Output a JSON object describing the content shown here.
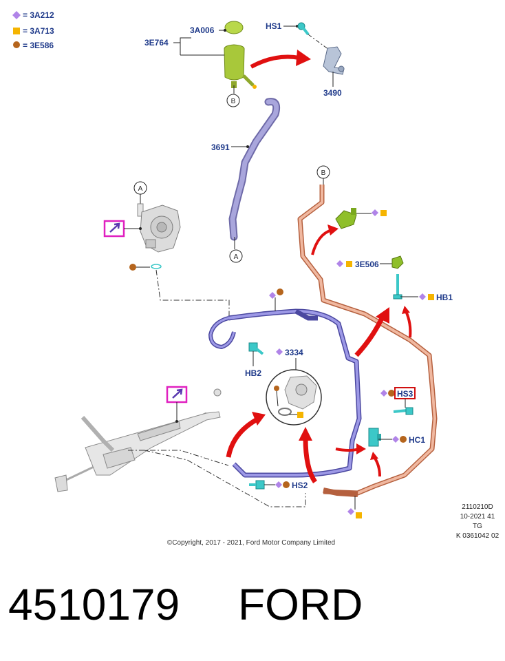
{
  "legend": [
    {
      "symbol": "diamond",
      "color": "#b084e8",
      "label": "= 3A212"
    },
    {
      "symbol": "square",
      "color": "#f5b400",
      "label": "= 3A713"
    },
    {
      "symbol": "circle",
      "color": "#b5651d",
      "label": "= 3E586"
    }
  ],
  "colors": {
    "label_blue": "#1f3a8a",
    "reservoir_green": "#a8c83a",
    "fastener_cyan": "#3cc8c8",
    "hose_purple": "#8f8ccf",
    "line_orange": "#e09a80",
    "arrow_red": "#e01010",
    "highlight_magenta": "#e020c0",
    "highlight_red": "#d01010"
  },
  "labels": {
    "3A006": "3A006",
    "3E764": "3E764",
    "HS1": "HS1",
    "3490": "3490",
    "3691": "3691",
    "3E506": "3E506",
    "HB1": "HB1",
    "HB2": "HB2",
    "3334": "3334",
    "HS3": "HS3",
    "HC1": "HC1",
    "HS2": "HS2"
  },
  "callouts": {
    "A_top": "A",
    "A_bottom": "A",
    "B_top": "B",
    "B_bottom": "B"
  },
  "icons": {
    "pump_note": "pencil-note-icon",
    "gear_note": "pencil-note-icon"
  },
  "reference": {
    "line1": "2110210D",
    "line2": "10-2021 41",
    "line3": "TG",
    "line4": "K 0361042 02"
  },
  "copyright": "©Copyright, 2017 - 2021, Ford Motor Company Limited",
  "part_number": "4510179",
  "brand": "FORD"
}
